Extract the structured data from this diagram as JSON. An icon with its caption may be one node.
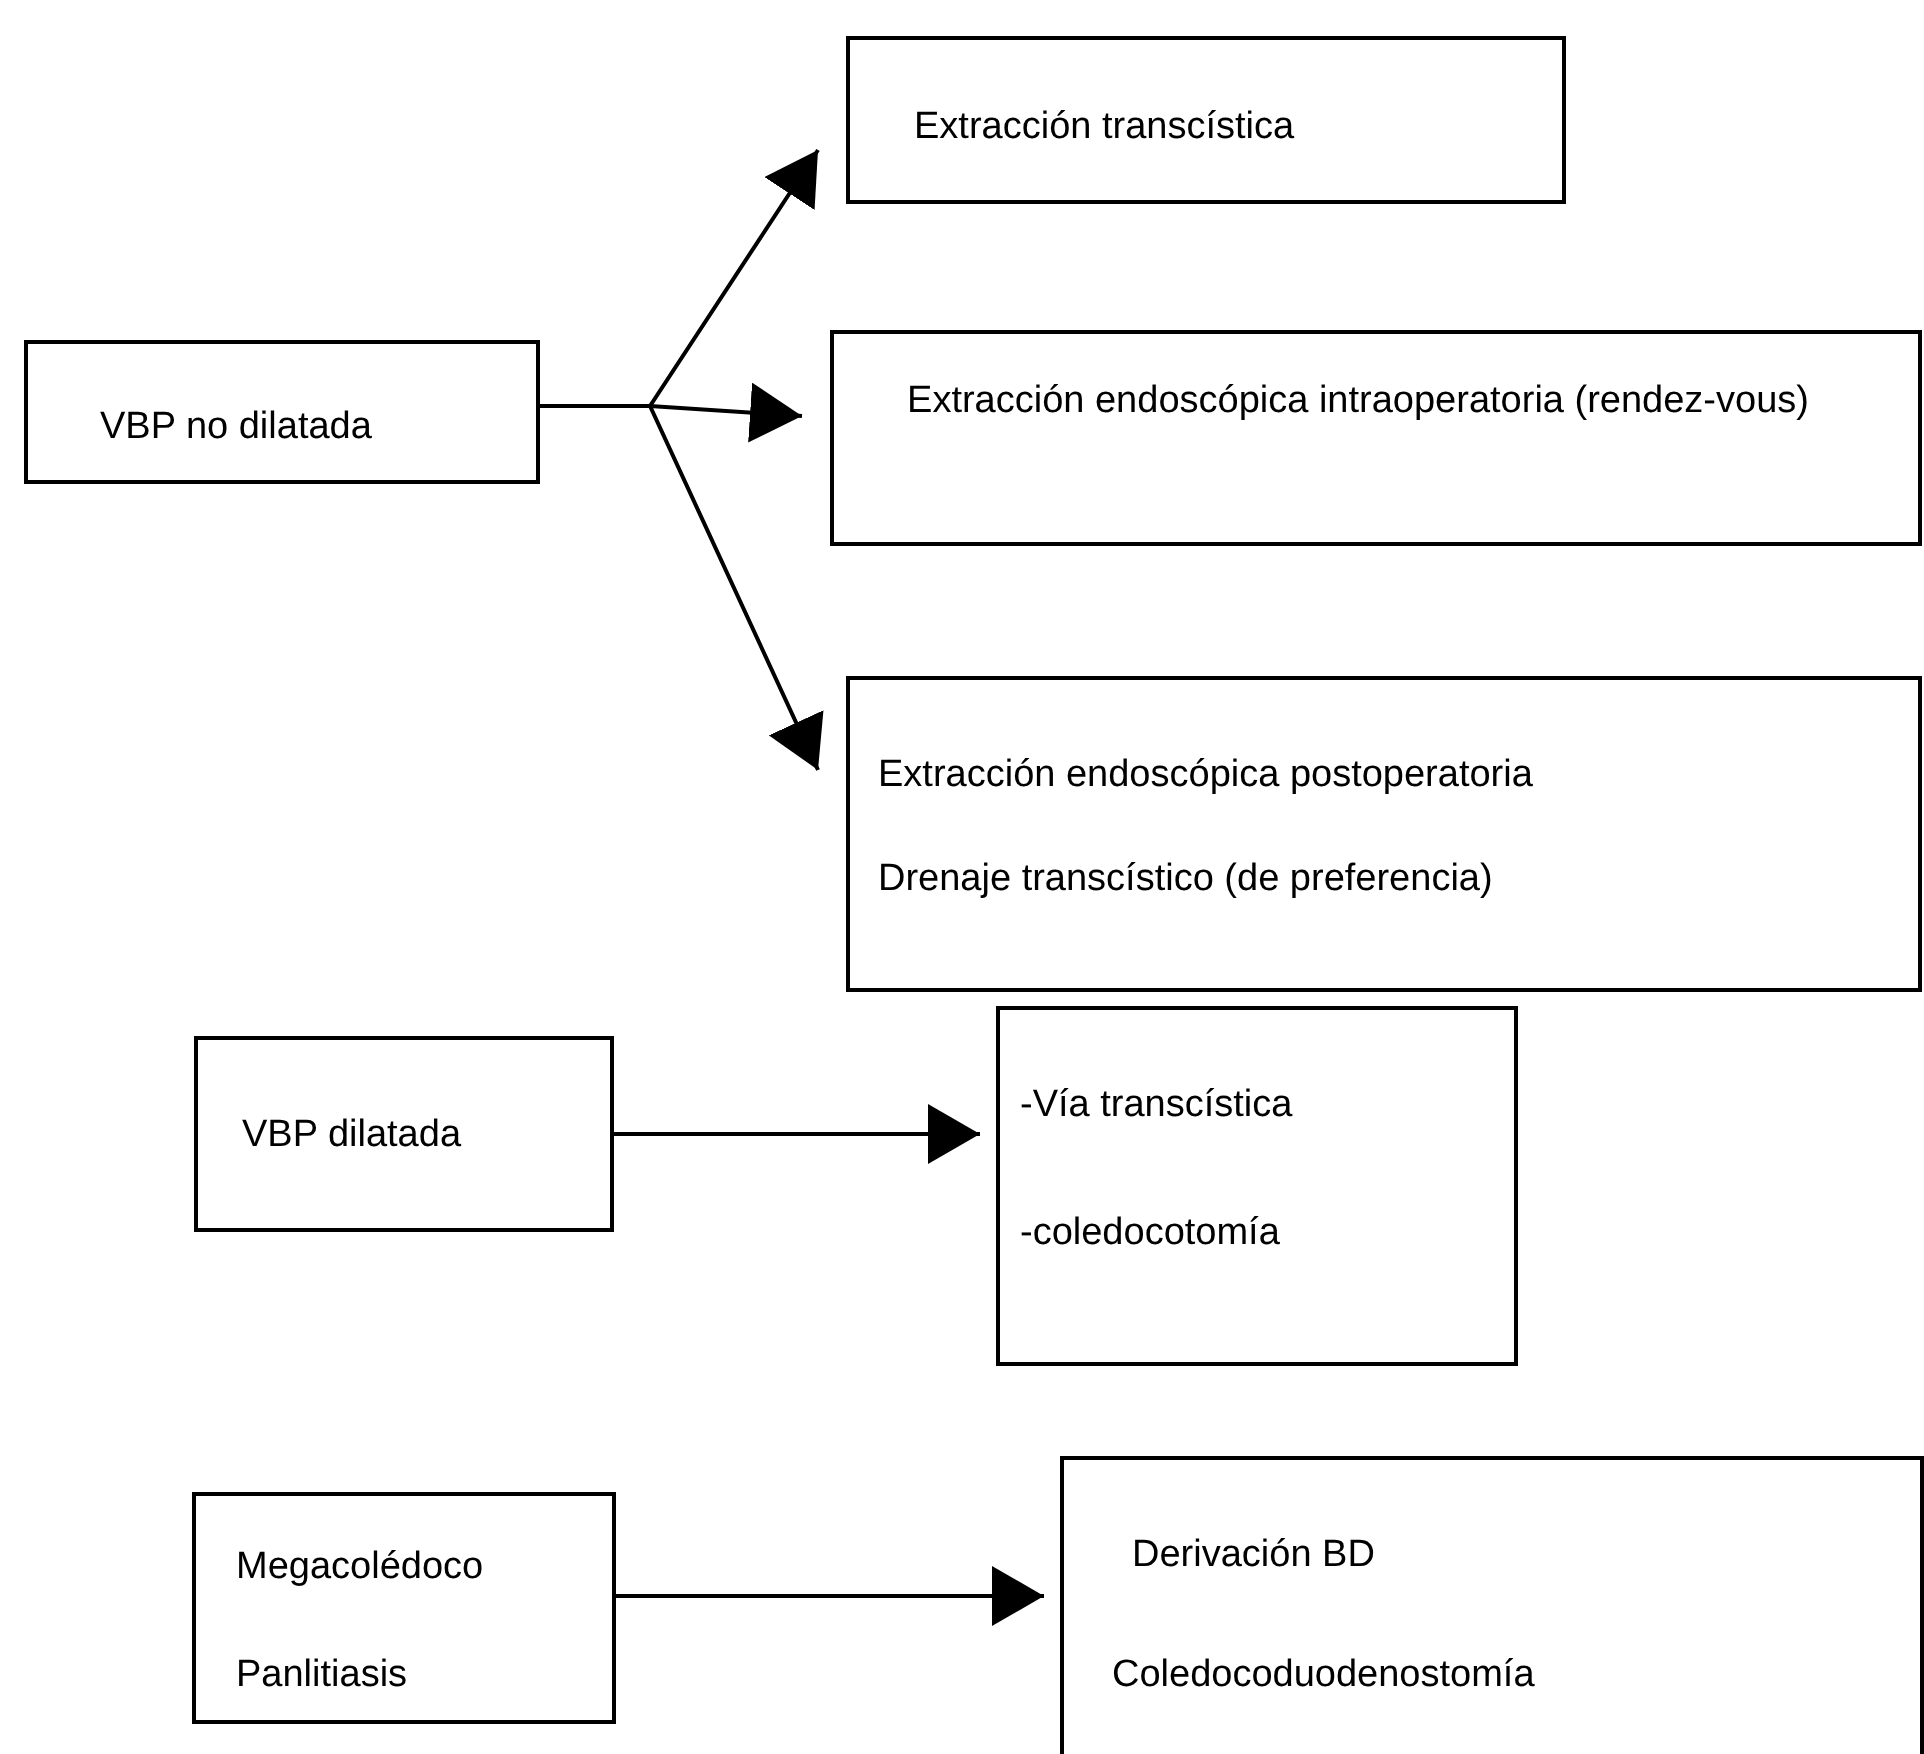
{
  "diagram": {
    "nodes": [
      {
        "text": [
          "VBP no dilatada"
        ]
      },
      {
        "text": [
          "Extracción transcística"
        ]
      },
      {
        "text": [
          "Extracción endoscópica intraoperatoria (rendez-vous)"
        ]
      },
      {
        "text": [
          "Extracción endoscópica postoperatoria",
          "Drenaje transcístico (de preferencia)"
        ]
      },
      {
        "text": [
          "VBP dilatada"
        ]
      },
      {
        "text": [
          "-Vía transcística",
          "-coledocotomía"
        ]
      },
      {
        "text": [
          "Megacolédoco",
          "Panlitiasis"
        ]
      },
      {
        "text": [
          "Derivación BD",
          "Coledocoduodenostomía"
        ]
      }
    ],
    "edges": [
      {
        "from": 0,
        "to": 1,
        "arrow": "to"
      },
      {
        "from": 0,
        "to": 2,
        "arrow": "to"
      },
      {
        "from": 0,
        "to": 3,
        "arrow": "to"
      },
      {
        "from": 4,
        "to": 5,
        "arrow": "to"
      },
      {
        "from": 6,
        "to": 7,
        "arrow": "to"
      }
    ]
  }
}
